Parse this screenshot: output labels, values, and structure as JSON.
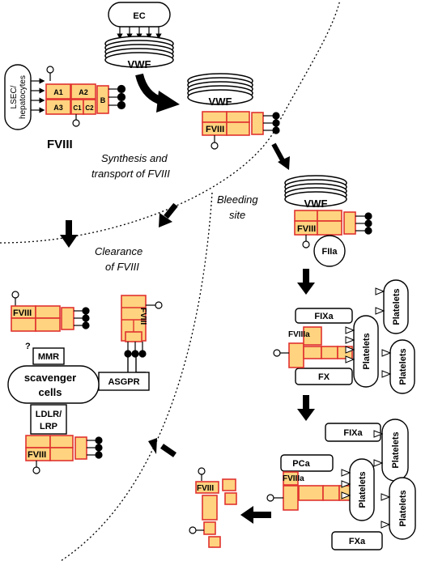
{
  "cells": {
    "ec": "EC",
    "lsec": "LSEC/",
    "hepatocytes": "hepatocytes",
    "platelets": "Platelets"
  },
  "molecules": {
    "vwf": "VWF",
    "fviii": "FVIII",
    "fviiia": "FVIIIa",
    "fiia": "FIIa",
    "fixa": "FIXa",
    "fx": "FX",
    "fxa": "FXa",
    "pca": "PCa"
  },
  "domains": {
    "a1": "A1",
    "a2": "A2",
    "a3": "A3",
    "c1": "C1",
    "c2": "C2",
    "b": "B"
  },
  "captions": {
    "synthesis_line1": "Synthesis and",
    "synthesis_line2": "transport of FVIII",
    "bleeding_line1": "Bleeding",
    "bleeding_line2": "site",
    "clearance_line1": "Clearance",
    "clearance_line2": "of FVIII"
  },
  "receptors": {
    "mmr": "MMR",
    "asgpr": "ASGPR",
    "ldlr": "LDLR/",
    "lrp": "LRP",
    "scavenger_line1": "scavenger",
    "scavenger_line2": "cells",
    "unknown": "?"
  },
  "colors": {
    "domain_fill": "#FFD37F",
    "domain_stroke": "#E0332F"
  }
}
